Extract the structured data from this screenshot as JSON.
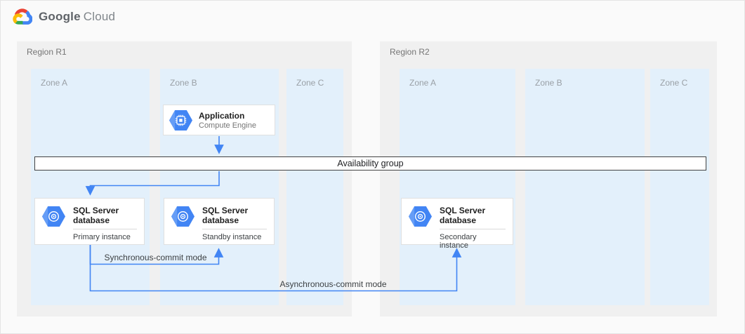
{
  "header": {
    "logo": {
      "google": "Google",
      "cloud": "Cloud"
    }
  },
  "regions": [
    {
      "label": "Region R1",
      "zones": [
        {
          "label": "Zone A"
        },
        {
          "label": "Zone B"
        },
        {
          "label": "Zone C"
        }
      ]
    },
    {
      "label": "Region R2",
      "zones": [
        {
          "label": "Zone A"
        },
        {
          "label": "Zone B"
        },
        {
          "label": "Zone C"
        }
      ]
    }
  ],
  "nodes": {
    "application": {
      "icon": "compute-engine-icon",
      "title": "Application",
      "subtitle": "Compute Engine"
    },
    "availability_group": {
      "label": "Availability group"
    },
    "primary_db": {
      "icon": "cloud-sql-icon",
      "title": "SQL Server database",
      "instance": "Primary instance"
    },
    "standby_db": {
      "icon": "cloud-sql-icon",
      "title": "SQL Server database",
      "instance": "Standby instance"
    },
    "secondary_db": {
      "icon": "cloud-sql-icon",
      "title": "SQL Server database",
      "instance": "Secondary instance"
    }
  },
  "connectors": {
    "sync": {
      "label": "Synchronous-commit mode"
    },
    "async": {
      "label": "Asynchronous-commit mode"
    }
  },
  "colors": {
    "accent": "#4285F4",
    "page_bg": "#FAFAFA",
    "region_bg": "#F0F0F0",
    "zone_bg": "#E3F0FB",
    "region_label": "#757575",
    "zone_label": "#9AA0A6",
    "card_border": "#E0E0E0",
    "bar_border": "#424242",
    "title_text": "#212121",
    "subtitle_text": "#757575",
    "logo_red": "#EA4335",
    "logo_blue": "#4285F4",
    "logo_green": "#34A853",
    "logo_yellow": "#FBBC05"
  }
}
